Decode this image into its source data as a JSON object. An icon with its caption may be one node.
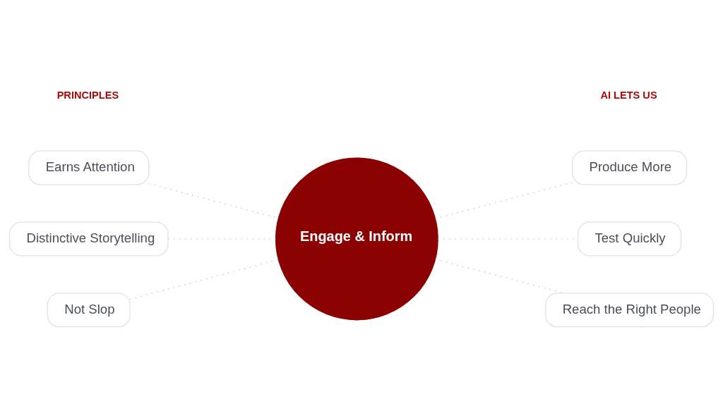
{
  "diagram": {
    "nodes": [
      {
        "text": [
          "Earns Attention"
        ]
      },
      {
        "text": [
          "Produce More"
        ]
      },
      {
        "text": [
          "Distinctive Storytelling"
        ]
      },
      {
        "text": [
          "Engage & Inform"
        ]
      },
      {
        "text": [
          "Test Quickly"
        ]
      },
      {
        "text": [
          "Not Slop"
        ]
      },
      {
        "text": [
          "Reach the Right People"
        ]
      }
    ],
    "edges": [
      {
        "from": 0,
        "to": 3,
        "arrow": "none",
        "style": "dashed"
      },
      {
        "from": 3,
        "to": 1,
        "arrow": "none",
        "style": "dashed"
      },
      {
        "from": 2,
        "to": 3,
        "arrow": "none",
        "style": "dashed"
      },
      {
        "from": 3,
        "to": 4,
        "arrow": "none",
        "style": "dashed"
      },
      {
        "from": 5,
        "to": 3,
        "arrow": "none",
        "style": "dashed"
      },
      {
        "from": 3,
        "to": 6,
        "arrow": "none",
        "style": "dashed"
      }
    ],
    "labels": [
      "PRINCIPLES",
      "AI LETS US"
    ]
  }
}
